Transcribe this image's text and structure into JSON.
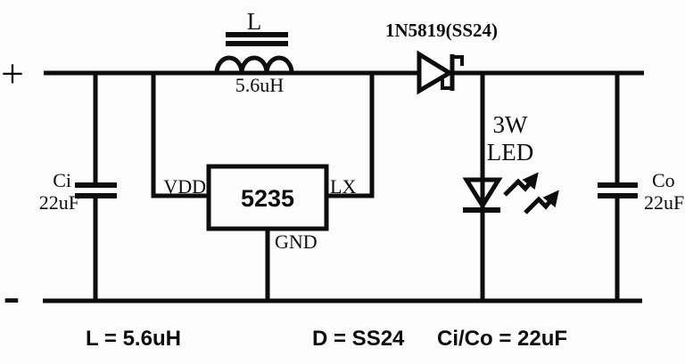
{
  "colors": {
    "background": "#fcfcfc",
    "ink": "#0d0d0d"
  },
  "terminals": {
    "positive": "+",
    "negative": "-"
  },
  "inductor": {
    "designator": "L",
    "value": "5.6uH"
  },
  "diode": {
    "part_label": "1N5819(SS24)"
  },
  "chip": {
    "part_number": "5235",
    "pin_vdd": "VDD",
    "pin_lx": "LX",
    "pin_gnd": "GND"
  },
  "input_capacitor": {
    "designator": "Ci",
    "value": "22uF"
  },
  "output_capacitor": {
    "designator": "Co",
    "value": "22uF"
  },
  "led": {
    "power_rating": "3W",
    "label": "LED"
  },
  "captions": {
    "inductor": "L = 5.6uH",
    "diode": "D = SS24",
    "capacitors": "Ci/Co = 22uF"
  }
}
